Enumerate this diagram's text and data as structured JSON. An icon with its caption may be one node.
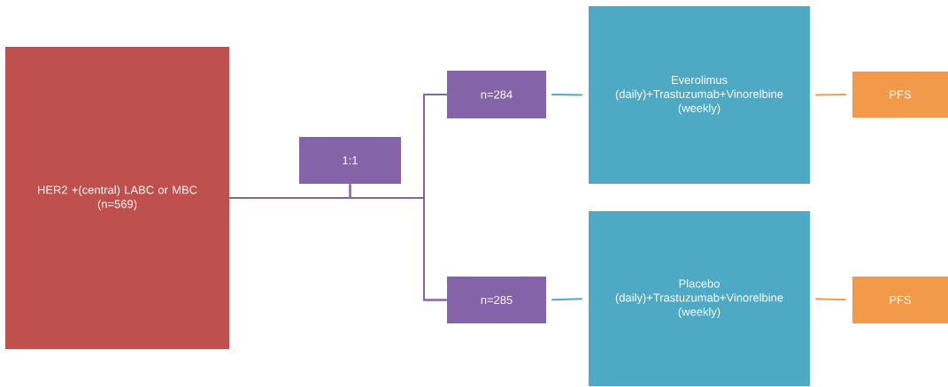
{
  "diagram": {
    "nodes": [
      {
        "text": [
          "HER2 +(central) LABC or MBC",
          "(n=569)"
        ]
      },
      {
        "text": [
          "1:1"
        ]
      },
      {
        "text": [
          "n=284"
        ]
      },
      {
        "text": [
          "n=285"
        ]
      },
      {
        "text": [
          "Everolimus (daily)+Trastuzumab+Vinorelbine (weekly)"
        ]
      },
      {
        "text": [
          "Placebo (daily)+Trastuzumab+Vinorelbine (weekly)"
        ]
      },
      {
        "text": [
          "PFS"
        ]
      },
      {
        "text": [
          "PFS"
        ]
      }
    ],
    "edges": [
      {
        "from": 0,
        "to": 2,
        "arrow": "none"
      },
      {
        "from": 0,
        "to": 3,
        "arrow": "none"
      },
      {
        "from": 1,
        "to": 2,
        "arrow": "none"
      },
      {
        "from": 1,
        "to": 3,
        "arrow": "none"
      },
      {
        "from": 2,
        "to": 4,
        "arrow": "none",
        "color": "#4ea9c5"
      },
      {
        "from": 3,
        "to": 5,
        "arrow": "none",
        "color": "#4ea9c5"
      },
      {
        "from": 4,
        "to": 6,
        "arrow": "none",
        "color": "#f39a4a"
      },
      {
        "from": 5,
        "to": 7,
        "arrow": "none",
        "color": "#f39a4a"
      }
    ]
  }
}
